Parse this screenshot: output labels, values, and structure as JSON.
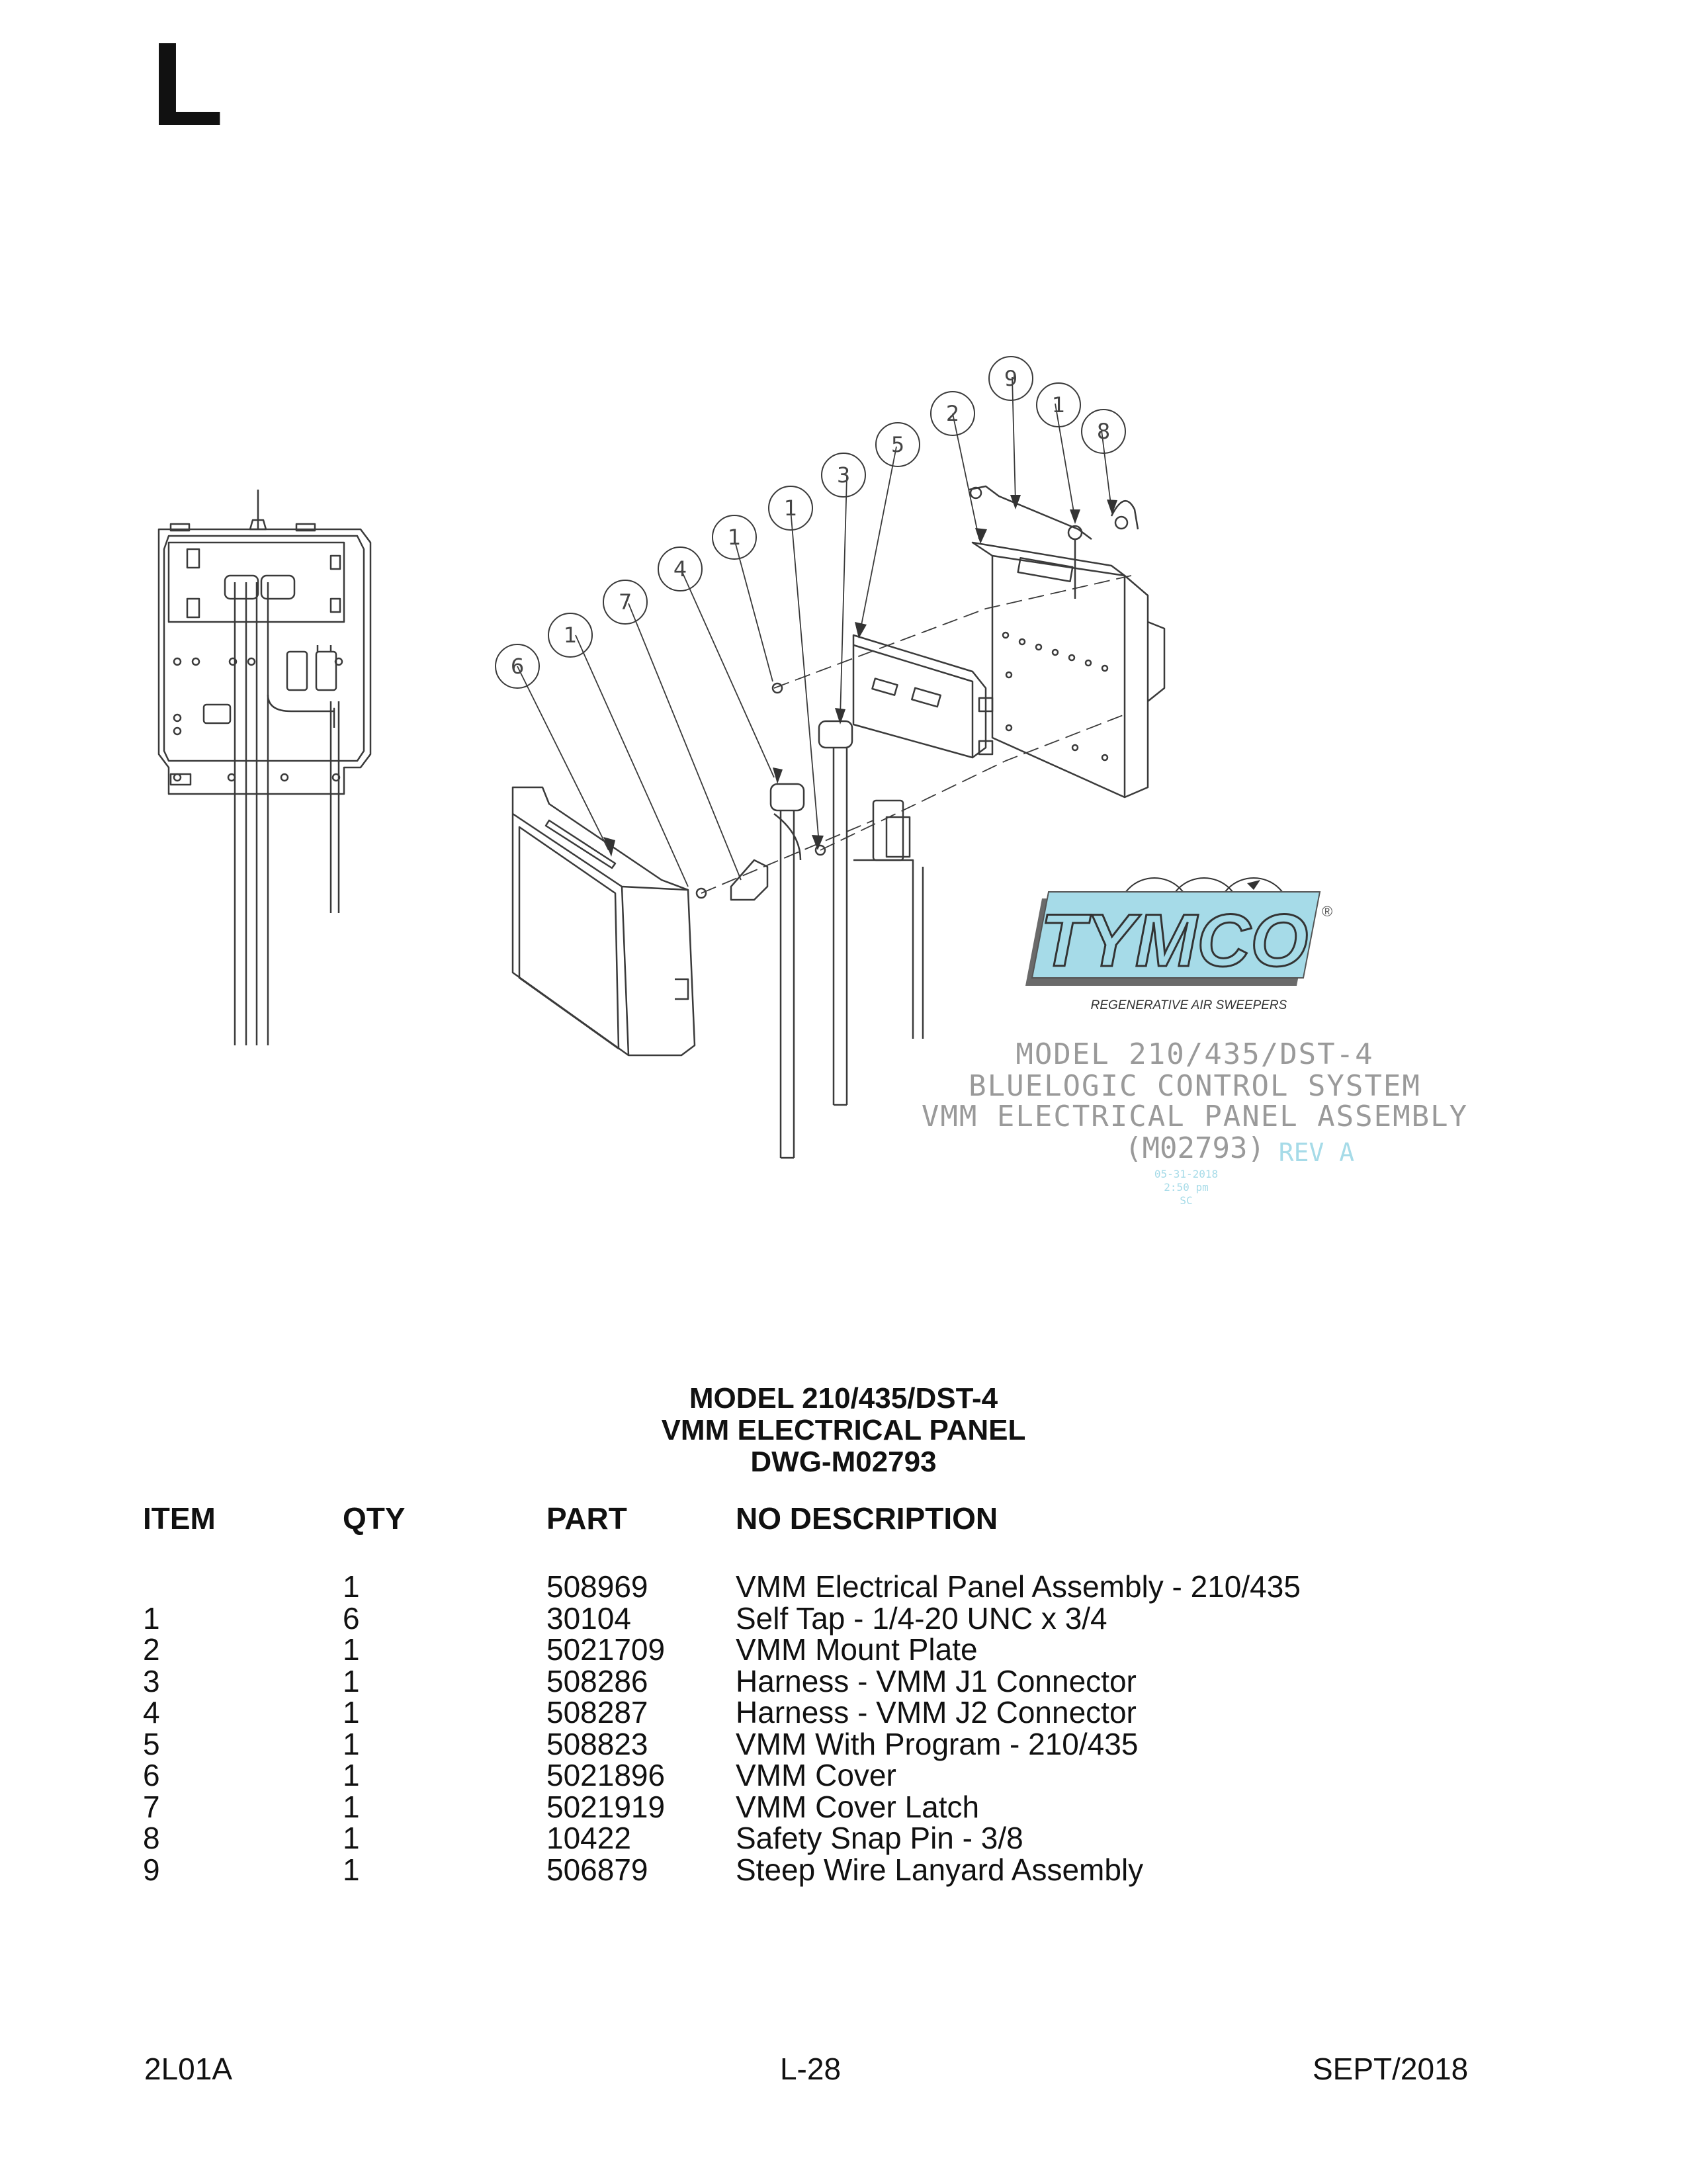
{
  "section_letter": "L",
  "drawing": {
    "callouts": [
      "6",
      "1",
      "7",
      "4",
      "1",
      "1",
      "3",
      "5",
      "2",
      "9",
      "1",
      "8"
    ],
    "logo": {
      "brand": "TYMCO",
      "registered": "®",
      "tagline": "REGENERATIVE AIR SWEEPERS"
    },
    "title_block": {
      "line1": "MODEL 210/435/DST-4",
      "line2": "BLUELOGIC CONTROL SYSTEM",
      "line3": "VMM ELECTRICAL PANEL ASSEMBLY",
      "drawing_no": "(M02793)",
      "rev": "REV A",
      "date": "05-31-2018",
      "time": "2:50 pm",
      "initials": "SC"
    },
    "colors": {
      "logo_fill": "#a6dbe8",
      "logo_shadow": "#6a6a6a",
      "line": "#3a3a3a",
      "title_gray": "#9a9a9a"
    }
  },
  "title": {
    "line1": "MODEL 210/435/DST-4",
    "line2": "VMM ELECTRICAL PANEL",
    "line3": "DWG-M02793"
  },
  "parts_list": {
    "headers": {
      "item": "ITEM",
      "qty": "QTY",
      "part": "PART",
      "desc": "NO DESCRIPTION"
    },
    "rows": [
      {
        "item": "",
        "qty": "1",
        "part": "508969",
        "desc": "VMM Electrical Panel Assembly - 210/435"
      },
      {
        "item": "1",
        "qty": "6",
        "part": "30104",
        "desc": "Self Tap - 1/4-20 UNC x 3/4"
      },
      {
        "item": "2",
        "qty": "1",
        "part": "5021709",
        "desc": "VMM Mount Plate"
      },
      {
        "item": "3",
        "qty": "1",
        "part": "508286",
        "desc": "Harness - VMM J1 Connector"
      },
      {
        "item": "4",
        "qty": "1",
        "part": "508287",
        "desc": "Harness - VMM J2 Connector"
      },
      {
        "item": "5",
        "qty": "1",
        "part": "508823",
        "desc": "VMM With Program - 210/435"
      },
      {
        "item": "6",
        "qty": "1",
        "part": "5021896",
        "desc": "VMM Cover"
      },
      {
        "item": "7",
        "qty": "1",
        "part": "5021919",
        "desc": "VMM Cover Latch"
      },
      {
        "item": "8",
        "qty": "1",
        "part": "10422",
        "desc": "Safety Snap Pin - 3/8"
      },
      {
        "item": "9",
        "qty": "1",
        "part": "506879",
        "desc": "Steep Wire Lanyard Assembly"
      }
    ]
  },
  "footer": {
    "left": "2L01A",
    "center": "L-28",
    "right": "SEPT/2018"
  }
}
